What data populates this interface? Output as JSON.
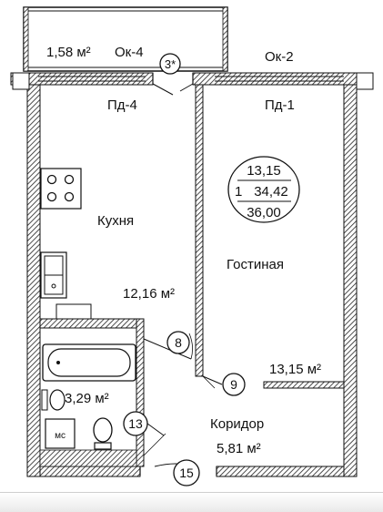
{
  "plan": {
    "balcony": {
      "area": "1,58 м²",
      "window": "Ок-4",
      "marker": "3*"
    },
    "window_right": "Ок-2",
    "door_left": "Пд-4",
    "door_right": "Пд-1",
    "kitchen": {
      "name": "Кухня",
      "area": "12,16 м²"
    },
    "living": {
      "name": "Гостиная",
      "area": "13,15 м²"
    },
    "apartment_summary": {
      "rooms": "1",
      "living_area": "13,15",
      "total_area": "34,42",
      "with_balcony": "36,00"
    },
    "bathroom": {
      "area": "3,29 м²",
      "fixture": "мс"
    },
    "corridor": {
      "name": "Коридор",
      "area": "5,81 м²"
    },
    "markers": {
      "m8": "8",
      "m9": "9",
      "m13": "13",
      "m15": "15"
    }
  },
  "colors": {
    "line": "#111111",
    "hatch": "#222222",
    "background": "#ffffff"
  }
}
